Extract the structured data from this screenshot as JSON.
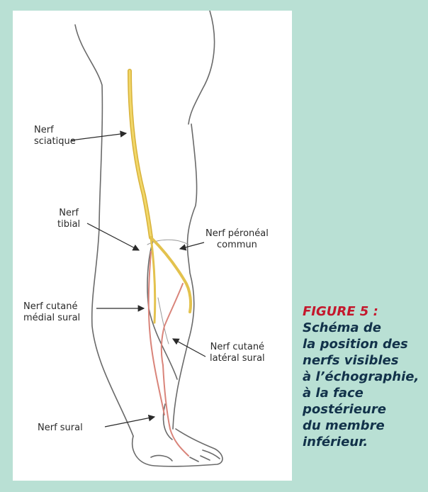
{
  "diagram": {
    "labels": {
      "sciatique": [
        "Nerf",
        "sciatique"
      ],
      "tibial": [
        "Nerf",
        "tibial"
      ],
      "peroneal": [
        "Nerf péronéal",
        "commun"
      ],
      "cutane_medial": [
        "Nerf cutané",
        "médial sural"
      ],
      "cutane_lateral": [
        "Nerf cutané",
        "latéral sural"
      ],
      "sural": [
        "Nerf sural"
      ]
    }
  },
  "caption": {
    "figure": "FIGURE 5 :",
    "lines": [
      "Schéma de",
      "la position des",
      "nerfs visibles",
      "à l’échographie,",
      "à la face",
      "postérieure",
      "du membre",
      "inférieur."
    ]
  },
  "colors": {
    "background": "#b9e0d4",
    "nerve_main": "#e8c84a",
    "nerve_sural": "#d9847a",
    "figure_label": "#c4172c",
    "caption_text": "#12324a"
  }
}
